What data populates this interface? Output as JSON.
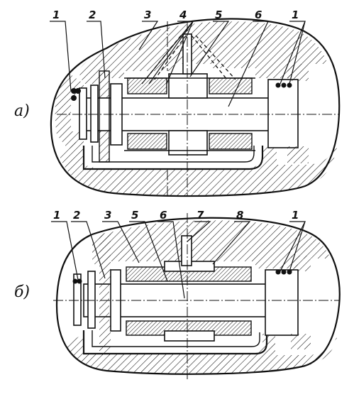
{
  "views": {
    "a": {
      "label": "а)"
    },
    "b": {
      "label": "б)"
    }
  },
  "callouts_a": [
    "1",
    "2",
    "3",
    "4",
    "5",
    "6",
    "1"
  ],
  "callouts_b": [
    "1",
    "2",
    "3",
    "5",
    "6",
    "7",
    "8",
    "1"
  ]
}
